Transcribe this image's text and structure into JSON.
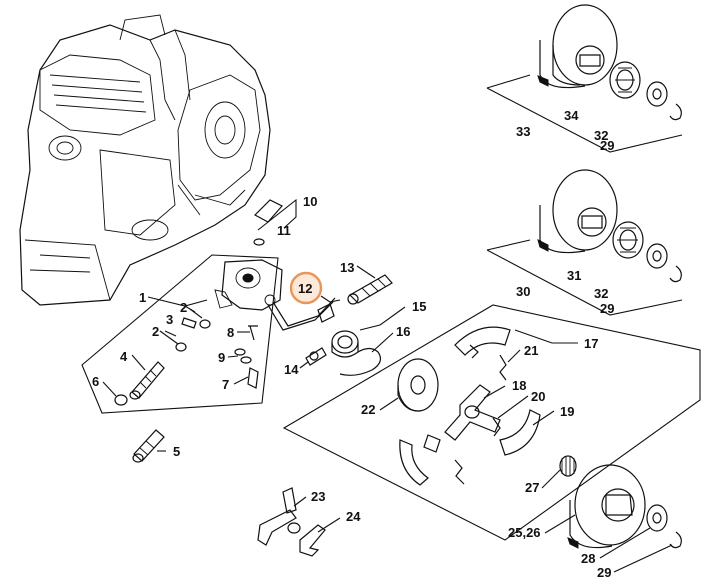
{
  "diagram": {
    "highlight_color": "#e8955a",
    "highlighted_label": "12",
    "callouts": [
      {
        "id": "c1",
        "text": "1"
      },
      {
        "id": "c2a",
        "text": "2"
      },
      {
        "id": "c2b",
        "text": "2"
      },
      {
        "id": "c3",
        "text": "3"
      },
      {
        "id": "c4",
        "text": "4"
      },
      {
        "id": "c5",
        "text": "5"
      },
      {
        "id": "c6",
        "text": "6"
      },
      {
        "id": "c7",
        "text": "7"
      },
      {
        "id": "c8",
        "text": "8"
      },
      {
        "id": "c9",
        "text": "9"
      },
      {
        "id": "c10",
        "text": "10"
      },
      {
        "id": "c11",
        "text": "11"
      },
      {
        "id": "c12",
        "text": "12"
      },
      {
        "id": "c13",
        "text": "13"
      },
      {
        "id": "c14",
        "text": "14"
      },
      {
        "id": "c15",
        "text": "15"
      },
      {
        "id": "c16",
        "text": "16"
      },
      {
        "id": "c17",
        "text": "17"
      },
      {
        "id": "c18",
        "text": "18"
      },
      {
        "id": "c19",
        "text": "19"
      },
      {
        "id": "c20",
        "text": "20"
      },
      {
        "id": "c21",
        "text": "21"
      },
      {
        "id": "c22",
        "text": "22"
      },
      {
        "id": "c23",
        "text": "23"
      },
      {
        "id": "c24",
        "text": "24"
      },
      {
        "id": "c25",
        "text": "25,26"
      },
      {
        "id": "c27",
        "text": "27"
      },
      {
        "id": "c28",
        "text": "28"
      },
      {
        "id": "c29a",
        "text": "29"
      },
      {
        "id": "c29b",
        "text": "29"
      },
      {
        "id": "c29c",
        "text": "29"
      },
      {
        "id": "c30",
        "text": "30"
      },
      {
        "id": "c31",
        "text": "31"
      },
      {
        "id": "c32a",
        "text": "32"
      },
      {
        "id": "c32b",
        "text": "32"
      },
      {
        "id": "c33",
        "text": "33"
      },
      {
        "id": "c34",
        "text": "34"
      }
    ]
  }
}
